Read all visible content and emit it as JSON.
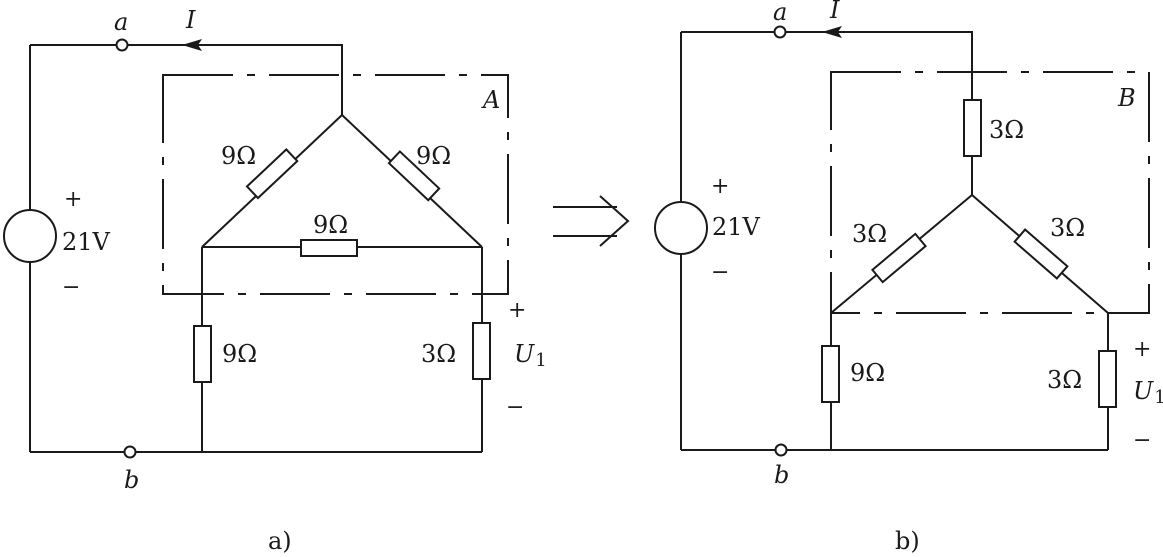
{
  "colors": {
    "line": "#1a1a1a",
    "background": "#ffffff"
  },
  "icons": {
    "arrow": "double-right-arrow-icon",
    "source": "voltage-source-icon",
    "resistor": "resistor-icon",
    "terminal": "terminal-node-icon"
  },
  "circuit_a": {
    "caption": "a)",
    "network_label": "A",
    "terminal_a": "a",
    "terminal_b": "b",
    "current": "I",
    "source": {
      "plus": "+",
      "value": "21V",
      "minus": "−"
    },
    "delta": {
      "left": "9Ω",
      "right": "9Ω",
      "bottom": "9Ω"
    },
    "r_left": "9Ω",
    "r_right": "3Ω",
    "u": {
      "plus": "+",
      "symbol": "U",
      "sub": "1",
      "minus": "−"
    }
  },
  "circuit_b": {
    "caption": "b)",
    "network_label": "B",
    "terminal_a": "a",
    "terminal_b": "b",
    "current": "I",
    "source": {
      "plus": "+",
      "value": "21V",
      "minus": "−"
    },
    "star": {
      "top": "3Ω",
      "left": "3Ω",
      "right": "3Ω"
    },
    "r_left": "9Ω",
    "r_right": "3Ω",
    "u": {
      "plus": "+",
      "symbol": "U",
      "sub": "1",
      "minus": "−"
    }
  }
}
